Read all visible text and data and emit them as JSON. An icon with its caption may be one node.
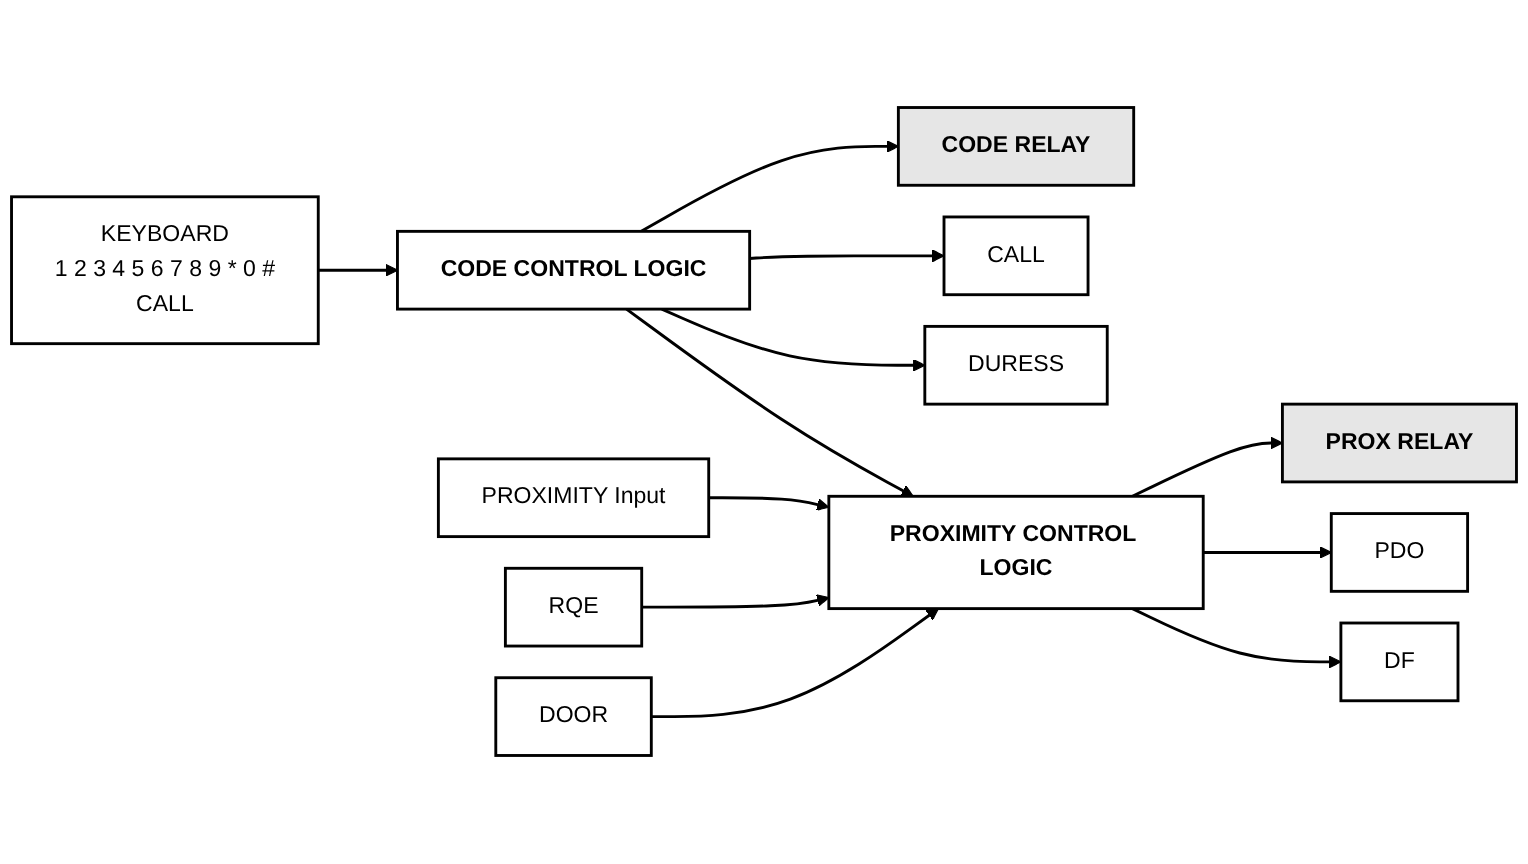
{
  "diagram": {
    "nodes": [
      {
        "text": [
          "KEYBOARD",
          "1 2 3 4 5 6 7 8 9 * 0 #",
          "CALL"
        ]
      },
      {
        "text": [
          "CODE CONTROL LOGIC"
        ]
      },
      {
        "text": [
          "CODE RELAY"
        ]
      },
      {
        "text": [
          "CALL"
        ]
      },
      {
        "text": [
          "DURESS"
        ]
      },
      {
        "text": [
          "PROXIMITY Input"
        ]
      },
      {
        "text": [
          "RQE"
        ]
      },
      {
        "text": [
          "DOOR"
        ]
      },
      {
        "text": [
          "PROXIMITY CONTROL LOGIC"
        ]
      },
      {
        "text": [
          "PROX RELAY"
        ]
      },
      {
        "text": [
          "PDO"
        ]
      },
      {
        "text": [
          "DF"
        ]
      }
    ],
    "edges": [
      {
        "from": 0,
        "to": 1,
        "arrow": "to"
      },
      {
        "from": 1,
        "to": 2,
        "arrow": "to"
      },
      {
        "from": 1,
        "to": 3,
        "arrow": "to"
      },
      {
        "from": 1,
        "to": 4,
        "arrow": "to"
      },
      {
        "from": 1,
        "to": 8,
        "arrow": "to"
      },
      {
        "from": 5,
        "to": 8,
        "arrow": "to"
      },
      {
        "from": 6,
        "to": 8,
        "arrow": "to"
      },
      {
        "from": 7,
        "to": 8,
        "arrow": "to"
      },
      {
        "from": 8,
        "to": 9,
        "arrow": "to"
      },
      {
        "from": 8,
        "to": 10,
        "arrow": "to"
      },
      {
        "from": 8,
        "to": 11,
        "arrow": "to"
      }
    ]
  }
}
